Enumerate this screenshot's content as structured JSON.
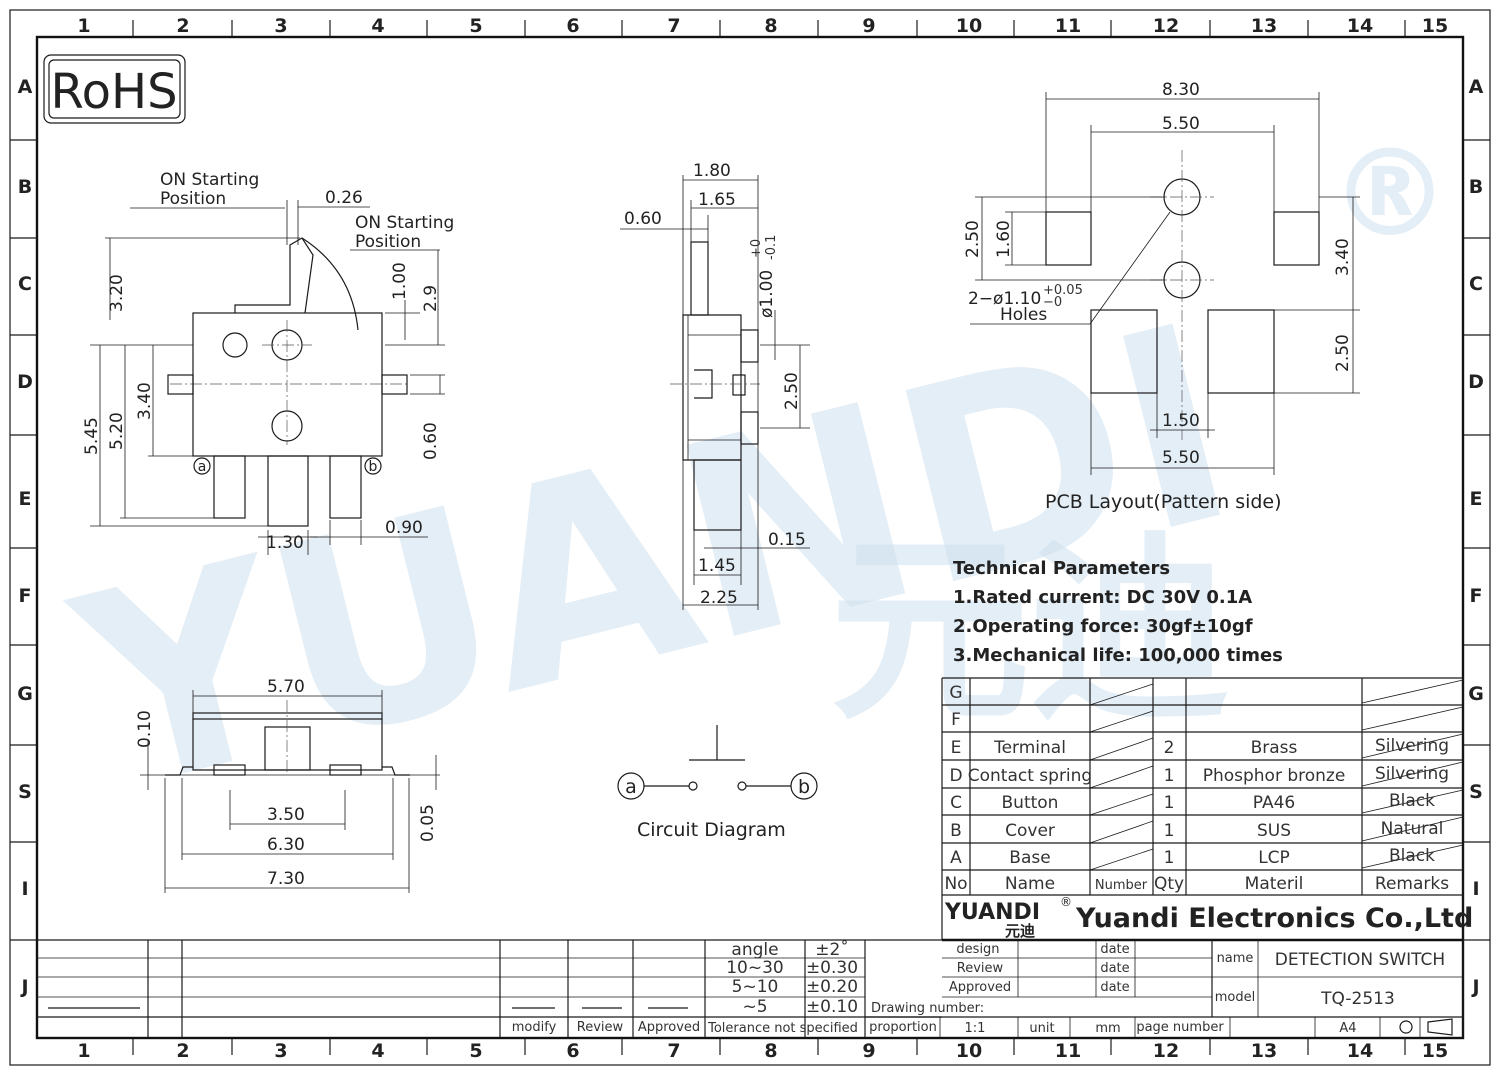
{
  "border": {
    "columns": [
      "1",
      "2",
      "3",
      "4",
      "5",
      "6",
      "7",
      "8",
      "9",
      "10",
      "11",
      "12",
      "13",
      "14",
      "15"
    ],
    "rows": [
      "A",
      "B",
      "C",
      "D",
      "E",
      "F",
      "G",
      "S",
      "I",
      "J"
    ]
  },
  "logo": {
    "rohs": "RoHS",
    "watermark": "YUANDI",
    "watermark_cn": "元迪",
    "registered": "®"
  },
  "front_view": {
    "on_start_1": [
      "ON  Starting",
      "Position"
    ],
    "on_start_2": [
      "ON  Starting",
      "Position"
    ],
    "dims": [
      "0.26",
      "3.20",
      "1.00",
      "2.9",
      "5.45",
      "5.20",
      "3.40",
      "0.60",
      "1.30",
      "0.90"
    ],
    "terminal_a": "a",
    "terminal_b": "b"
  },
  "side_view": {
    "dims": [
      "1.80",
      "1.65",
      "0.60",
      "ø1.00",
      "+0",
      "-0.1",
      "2.50",
      "0.15",
      "1.45",
      "2.25"
    ]
  },
  "pcb": {
    "dims": [
      "8.30",
      "5.50",
      "2.50",
      "1.60",
      "3.40",
      "2.50",
      "1.50",
      "5.50"
    ],
    "holes": [
      "2−ø1.10",
      "+0.05",
      "−0",
      "Holes"
    ],
    "title": "PCB  Layout(Pattern  side)"
  },
  "tech": {
    "title": "Technical Parameters",
    "items": [
      "1.Rated current: DC 30V 0.1A",
      "2.Operating force: 30gf±10gf",
      "3.Mechanical life: 100,000 times"
    ]
  },
  "bottom_view": {
    "dims": [
      "5.70",
      "0.10",
      "3.50",
      "6.30",
      "7.30",
      "0.05"
    ]
  },
  "circuit": {
    "a": "a",
    "b": "b",
    "title": "Circuit  Diagram"
  },
  "bom": {
    "header": [
      "No",
      "Name",
      "Number",
      "Qty",
      "Materil",
      "Remarks"
    ],
    "rows": [
      {
        "no": "G",
        "name": "",
        "qty": "",
        "mat": "",
        "rem": ""
      },
      {
        "no": "F",
        "name": "",
        "qty": "",
        "mat": "",
        "rem": ""
      },
      {
        "no": "E",
        "name": "Terminal",
        "qty": "2",
        "mat": "Brass",
        "rem": "Silvering"
      },
      {
        "no": "D",
        "name": "Contact spring",
        "qty": "1",
        "mat": "Phosphor bronze",
        "rem": "Silvering"
      },
      {
        "no": "C",
        "name": "Button",
        "qty": "1",
        "mat": "PA46",
        "rem": "Black"
      },
      {
        "no": "B",
        "name": "Cover",
        "qty": "1",
        "mat": "SUS",
        "rem": "Natural"
      },
      {
        "no": "A",
        "name": "Base",
        "qty": "1",
        "mat": "LCP",
        "rem": "Black"
      }
    ]
  },
  "company": {
    "logo": "YUANDI",
    "logo_cn": "元迪",
    "name": "Yuandi Electronics Co.,Ltd"
  },
  "titleblock": {
    "tol": [
      [
        "angle",
        "±2˚"
      ],
      [
        "10~30",
        "±0.30"
      ],
      [
        "5~10",
        "±0.20"
      ],
      [
        "~5",
        "±0.10"
      ]
    ],
    "tol_note": "Tolerance not specified",
    "modify": "modify",
    "review": "Review",
    "approved": "Approved",
    "design": "design",
    "review2": "Review",
    "approved2": "Approved",
    "date": "date",
    "drawing_number": "Drawing number:",
    "proportion": "proportion",
    "scale": "1:1",
    "unit": "unit",
    "unit_val": "mm",
    "page_number": "page number",
    "size": "A4",
    "name_label": "name",
    "name": "DETECTION SWITCH",
    "model_label": "model",
    "model": "TQ-2513"
  }
}
